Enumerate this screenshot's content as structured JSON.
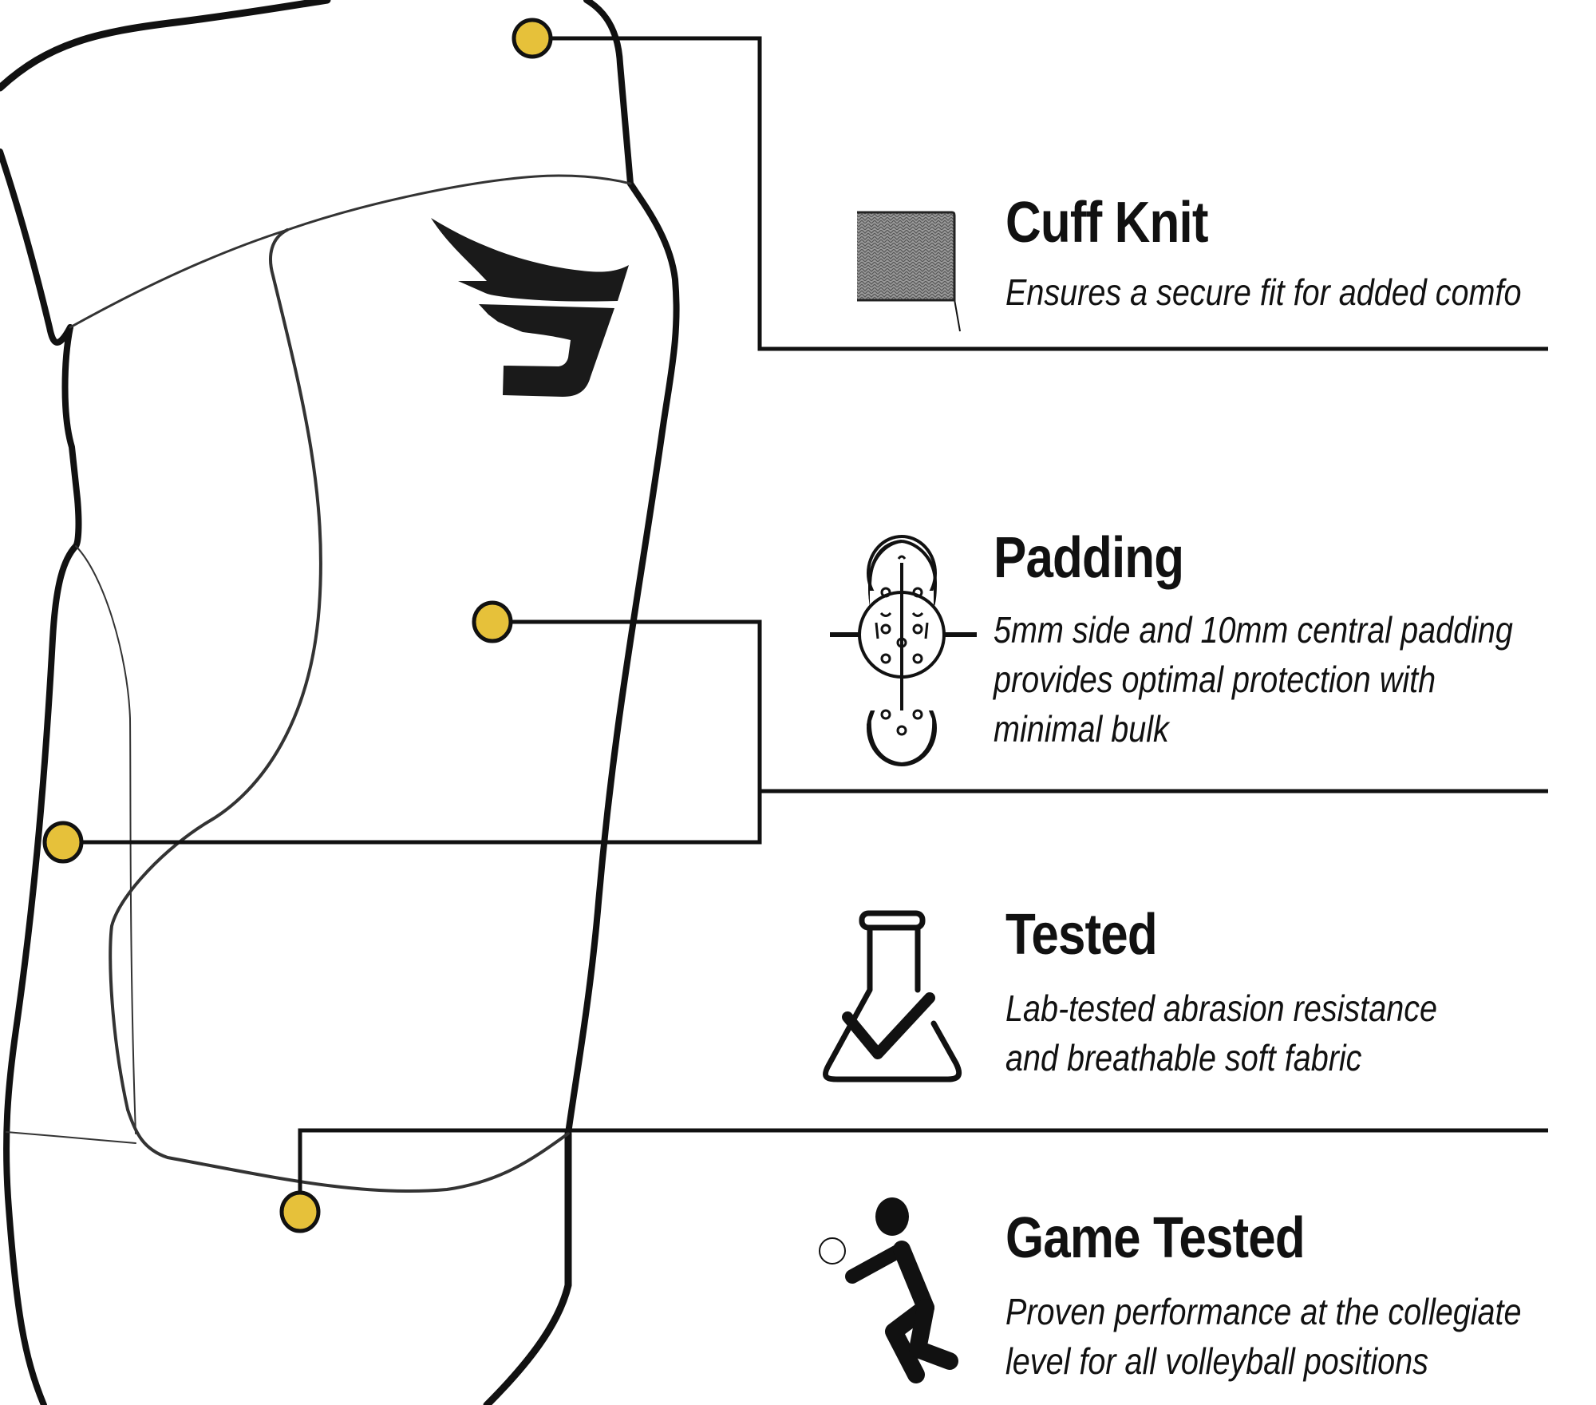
{
  "colors": {
    "outline": "#111111",
    "inner_line": "#333333",
    "callout_dot": "#E6C13A",
    "background": "#ffffff"
  },
  "logo": {
    "icon": "winged-j-logo-icon"
  },
  "callout_dots": [
    {
      "id": "cuff",
      "label_ref": "features.0"
    },
    {
      "id": "padding",
      "label_ref": "features.1"
    },
    {
      "id": "side",
      "label_ref": "features.1"
    },
    {
      "id": "bottom",
      "label_ref": "features.2"
    }
  ],
  "features": [
    {
      "title": "Cuff Knit",
      "icon": "knit-fabric-swatch-icon",
      "lines": [
        "Ensures a secure fit for added comfo"
      ]
    },
    {
      "title": "Padding",
      "icon": "padding-target-icon",
      "lines": [
        "5mm side and 10mm central padding",
        "provides optimal protection with",
        "minimal bulk"
      ]
    },
    {
      "title": "Tested",
      "icon": "lab-flask-check-icon",
      "lines": [
        "Lab-tested abrasion resistance",
        "and breathable soft fabric"
      ]
    },
    {
      "title": "Game Tested",
      "icon": "volleyball-player-icon",
      "lines": [
        "Proven performance at the collegiate",
        "level for all volleyball positions"
      ]
    }
  ]
}
